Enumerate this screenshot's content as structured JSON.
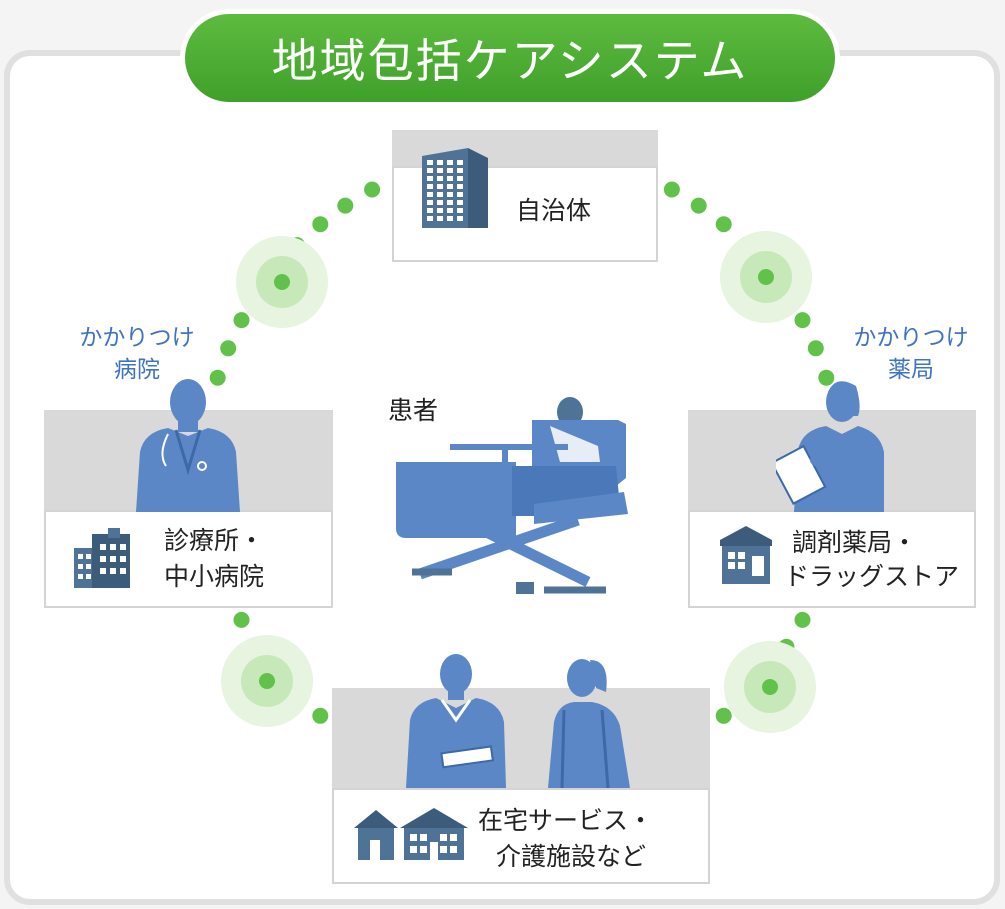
{
  "title": "地域包括ケアシステム",
  "center": {
    "label": "患者"
  },
  "nodes": {
    "municipality": {
      "label": "自治体"
    },
    "clinic": {
      "line1": "診療所・",
      "line2": "中小病院",
      "tag_line1": "かかりつけ",
      "tag_line2": "病院"
    },
    "pharmacy": {
      "line1": "調剤薬局・",
      "line2": "ドラッグストア",
      "tag_line1": "かかりつけ",
      "tag_line2": "薬局"
    },
    "care": {
      "line1": "在宅サービス・",
      "line2": "介護施設など"
    }
  },
  "colors": {
    "green": "#5dbb3f",
    "dot_green": "#62c14a",
    "figure_blue": "#5b87c6",
    "building_blue": "#4e7397",
    "label_blue": "#3f73c3"
  }
}
